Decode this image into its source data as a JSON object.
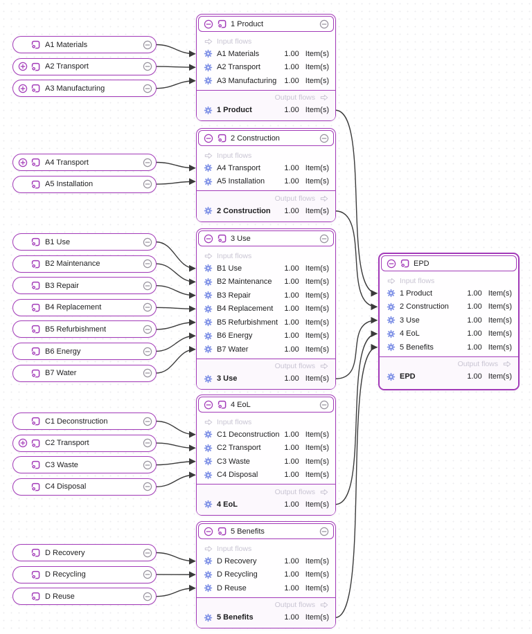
{
  "graph": {
    "labels": {
      "input_flows": "Input flows",
      "output_flows": "Output flows"
    },
    "colors": {
      "accent": "#A23AB8",
      "flow_icon_blue": "#7D8FE6",
      "muted_label": "#C9C5D3",
      "edge": "#3A3A3A",
      "collapse_gray": "#98939E"
    },
    "process_nodes": [
      {
        "label": "A1 Materials",
        "group": 0,
        "can_expand": false
      },
      {
        "label": "A2 Transport",
        "group": 0,
        "can_expand": true
      },
      {
        "label": "A3 Manufacturing",
        "group": 0,
        "can_expand": true
      },
      {
        "label": "A4 Transport",
        "group": 1,
        "can_expand": true
      },
      {
        "label": "A5 Installation",
        "group": 1,
        "can_expand": false
      },
      {
        "label": "B1 Use",
        "group": 2,
        "can_expand": false
      },
      {
        "label": "B2 Maintenance",
        "group": 2,
        "can_expand": false
      },
      {
        "label": "B3 Repair",
        "group": 2,
        "can_expand": false
      },
      {
        "label": "B4 Replacement",
        "group": 2,
        "can_expand": false
      },
      {
        "label": "B5 Refurbishment",
        "group": 2,
        "can_expand": false
      },
      {
        "label": "B6 Energy",
        "group": 2,
        "can_expand": false
      },
      {
        "label": "B7 Water",
        "group": 2,
        "can_expand": false
      },
      {
        "label": "C1 Deconstruction",
        "group": 3,
        "can_expand": false
      },
      {
        "label": "C2 Transport",
        "group": 3,
        "can_expand": true
      },
      {
        "label": "C3 Waste",
        "group": 3,
        "can_expand": false
      },
      {
        "label": "C4 Disposal",
        "group": 3,
        "can_expand": false
      },
      {
        "label": "D Recovery",
        "group": 4,
        "can_expand": false
      },
      {
        "label": "D Recycling",
        "group": 4,
        "can_expand": false
      },
      {
        "label": "D Reuse",
        "group": 4,
        "can_expand": false
      }
    ],
    "stage_nodes": [
      {
        "title": "1 Product",
        "inputs": [
          {
            "flow": "A1 Materials",
            "amount": "1.00",
            "unit": "Item(s)"
          },
          {
            "flow": "A2 Transport",
            "amount": "1.00",
            "unit": "Item(s)"
          },
          {
            "flow": "A3 Manufacturing",
            "amount": "1.00",
            "unit": "Item(s)"
          }
        ],
        "output": {
          "flow": "1 Product",
          "amount": "1.00",
          "unit": "Item(s)"
        }
      },
      {
        "title": "2 Construction",
        "inputs": [
          {
            "flow": "A4 Transport",
            "amount": "1.00",
            "unit": "Item(s)"
          },
          {
            "flow": "A5 Installation",
            "amount": "1.00",
            "unit": "Item(s)"
          }
        ],
        "output": {
          "flow": "2 Construction",
          "amount": "1.00",
          "unit": "Item(s)"
        }
      },
      {
        "title": "3 Use",
        "inputs": [
          {
            "flow": "B1 Use",
            "amount": "1.00",
            "unit": "Item(s)"
          },
          {
            "flow": "B2 Maintenance",
            "amount": "1.00",
            "unit": "Item(s)"
          },
          {
            "flow": "B3 Repair",
            "amount": "1.00",
            "unit": "Item(s)"
          },
          {
            "flow": "B4 Replacement",
            "amount": "1.00",
            "unit": "Item(s)"
          },
          {
            "flow": "B5 Refurbishment",
            "amount": "1.00",
            "unit": "Item(s)"
          },
          {
            "flow": "B6 Energy",
            "amount": "1.00",
            "unit": "Item(s)"
          },
          {
            "flow": "B7 Water",
            "amount": "1.00",
            "unit": "Item(s)"
          }
        ],
        "output": {
          "flow": "3 Use",
          "amount": "1.00",
          "unit": "Item(s)"
        }
      },
      {
        "title": "4 EoL",
        "inputs": [
          {
            "flow": "C1 Deconstruction",
            "amount": "1.00",
            "unit": "Item(s)"
          },
          {
            "flow": "C2 Transport",
            "amount": "1.00",
            "unit": "Item(s)"
          },
          {
            "flow": "C3 Waste",
            "amount": "1.00",
            "unit": "Item(s)"
          },
          {
            "flow": "C4 Disposal",
            "amount": "1.00",
            "unit": "Item(s)"
          }
        ],
        "output": {
          "flow": "4 EoL",
          "amount": "1.00",
          "unit": "Item(s)"
        }
      },
      {
        "title": "5 Benefits",
        "inputs": [
          {
            "flow": "D Recovery",
            "amount": "1.00",
            "unit": "Item(s)"
          },
          {
            "flow": "D Recycling",
            "amount": "1.00",
            "unit": "Item(s)"
          },
          {
            "flow": "D Reuse",
            "amount": "1.00",
            "unit": "Item(s)"
          }
        ],
        "output": {
          "flow": "5 Benefits",
          "amount": "1.00",
          "unit": "Item(s)"
        }
      }
    ],
    "result_node": {
      "title": "EPD",
      "inputs": [
        {
          "flow": "1 Product",
          "amount": "1.00",
          "unit": "Item(s)"
        },
        {
          "flow": "2 Construction",
          "amount": "1.00",
          "unit": "Item(s)"
        },
        {
          "flow": "3 Use",
          "amount": "1.00",
          "unit": "Item(s)"
        },
        {
          "flow": "4 EoL",
          "amount": "1.00",
          "unit": "Item(s)"
        },
        {
          "flow": "5 Benefits",
          "amount": "1.00",
          "unit": "Item(s)"
        }
      ],
      "output": {
        "flow": "EPD",
        "amount": "1.00",
        "unit": "Item(s)"
      }
    }
  }
}
